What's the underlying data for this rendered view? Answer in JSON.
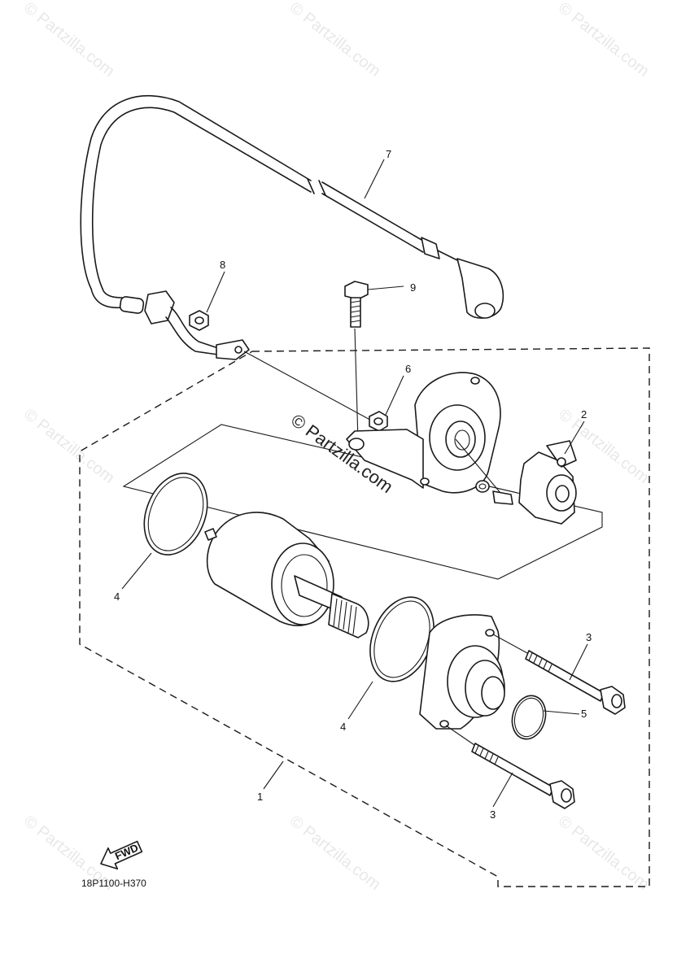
{
  "diagram_code": "18P1100-H370",
  "fwd_label": "FWD",
  "watermark": "© Partzilla.com",
  "callouts": [
    "7",
    "8",
    "9",
    "6",
    "2",
    "4",
    "4",
    "3",
    "5",
    "3",
    "1"
  ]
}
